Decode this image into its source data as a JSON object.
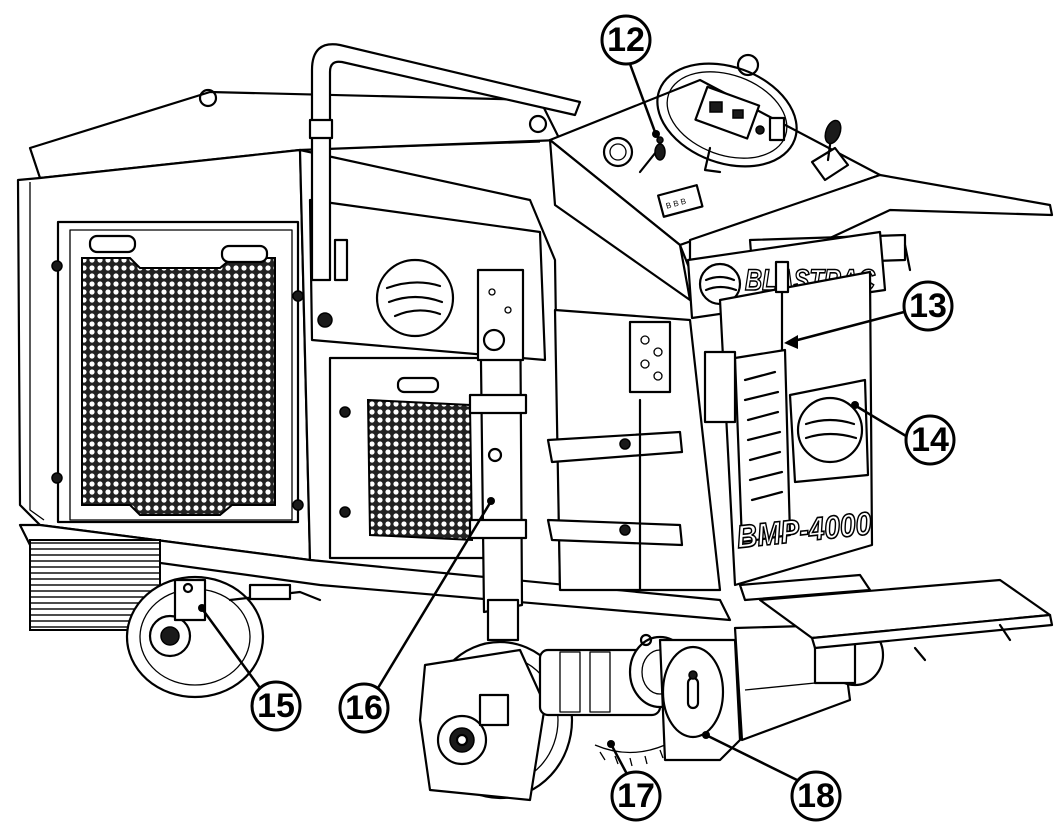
{
  "machine": {
    "brand_text": "BLASTRAC",
    "model_text": "BMP-4000"
  },
  "callouts": [
    {
      "id": "c12",
      "label": "12"
    },
    {
      "id": "c13",
      "label": "13"
    },
    {
      "id": "c14",
      "label": "14"
    },
    {
      "id": "c15",
      "label": "15"
    },
    {
      "id": "c16",
      "label": "16"
    },
    {
      "id": "c17",
      "label": "17"
    },
    {
      "id": "c18",
      "label": "18"
    }
  ]
}
